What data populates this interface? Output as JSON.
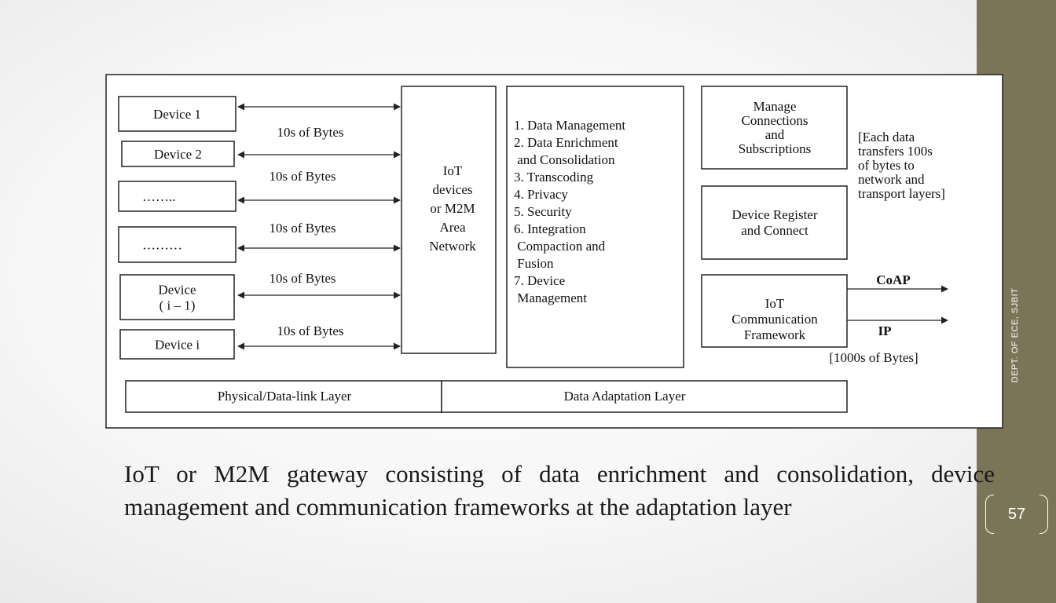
{
  "diagram": {
    "devices": [
      "Device 1",
      "Device 2",
      "……..",
      "………",
      "Device\n( i – 1)",
      "Device i"
    ],
    "link_labels": [
      "10s of Bytes",
      "10s of Bytes",
      "10s of Bytes",
      "10s of Bytes",
      "10s of Bytes"
    ],
    "gateway_network": "IoT\ndevices\nor M2M\nArea\nNetwork",
    "functions": [
      "1. Data Management",
      "2. Data Enrichment",
      "    and Consolidation",
      "3. Transcoding",
      "4. Privacy",
      "5. Security",
      "6. Integration",
      "    Compaction and",
      "    Fusion",
      "7. Device",
      "    Management"
    ],
    "manage_box": "Manage\nConnections\nand\nSubscriptions",
    "register_box": "Device Register\nand Connect",
    "comm_box": "IoT\nCommunication\nFramework",
    "note_transfer": "[Each data\ntransfers 100s\nof bytes  to\nnetwork and\ntransport layers]",
    "protocol_coap": "CoAP",
    "protocol_ip": "IP",
    "note_bytes": "[1000s of Bytes]",
    "layer_left": "Physical/Data-link Layer",
    "layer_right": "Data Adaptation Layer"
  },
  "caption": "IoT or M2M gateway consisting of data enrichment and consolidation, device management and communication frameworks at the adaptation layer",
  "sidebar": {
    "footer": "DEPT. OF ECE, SJBIT",
    "slide_number": "57"
  },
  "colors": {
    "sidebar": "#7b7558",
    "diagram_bg": "#ffffff",
    "line": "#222222"
  }
}
